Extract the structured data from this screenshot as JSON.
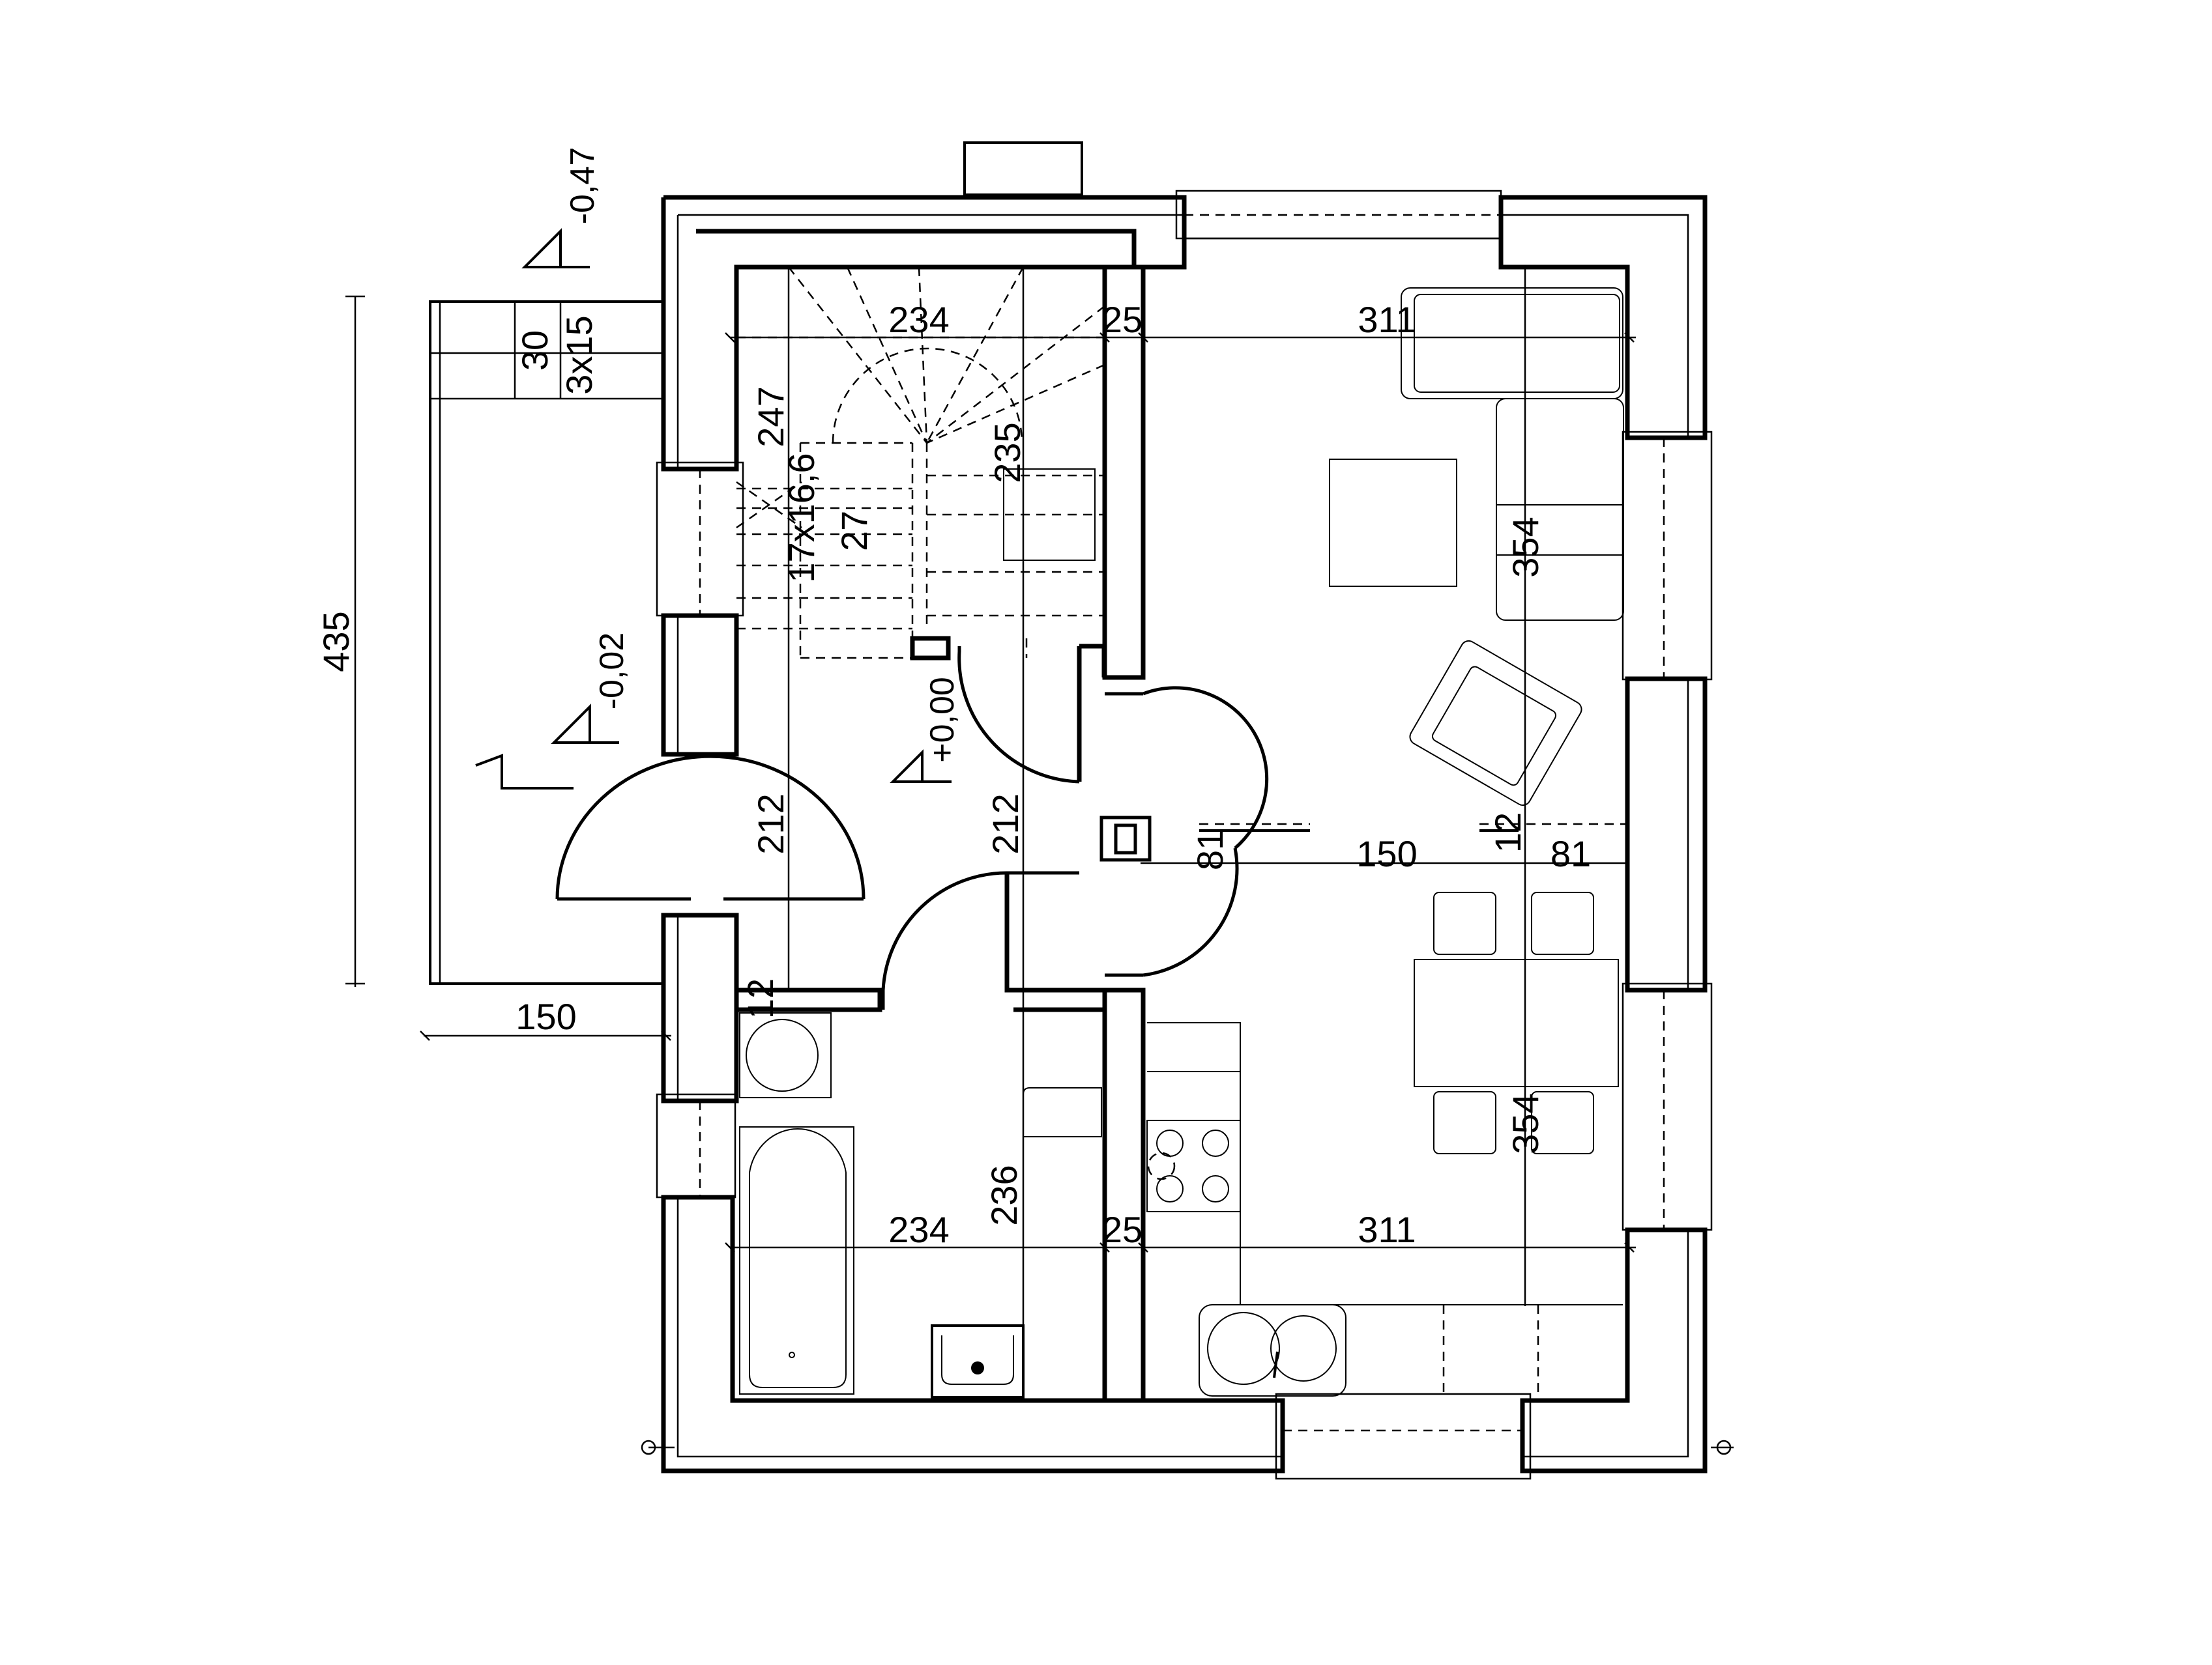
{
  "elevations": {
    "terrace_outer": "-0,47",
    "terrace": "-0,02",
    "ground_floor": "+0,00"
  },
  "stair": {
    "steps": "17x16,6",
    "tread": "27",
    "width_label": "247",
    "flight_label": "235"
  },
  "terrace_steps": {
    "rise": "30",
    "count": "3x15"
  },
  "dimensions": {
    "top_left_width": "234",
    "top_wall": "25",
    "top_right_width": "311",
    "living_depth": "354",
    "dining_depth": "354",
    "bottom_left_width": "234",
    "bottom_wall": "25",
    "bottom_right_width": "311",
    "bath_depth": "236",
    "hall_height_left": "212",
    "hall_height_right": "212",
    "opening_width": "150",
    "partition_81": "81",
    "partition_12_right": "12",
    "partition_12_left": "12",
    "door_offset": "81",
    "terrace_depth": "435",
    "terrace_width": "150"
  }
}
